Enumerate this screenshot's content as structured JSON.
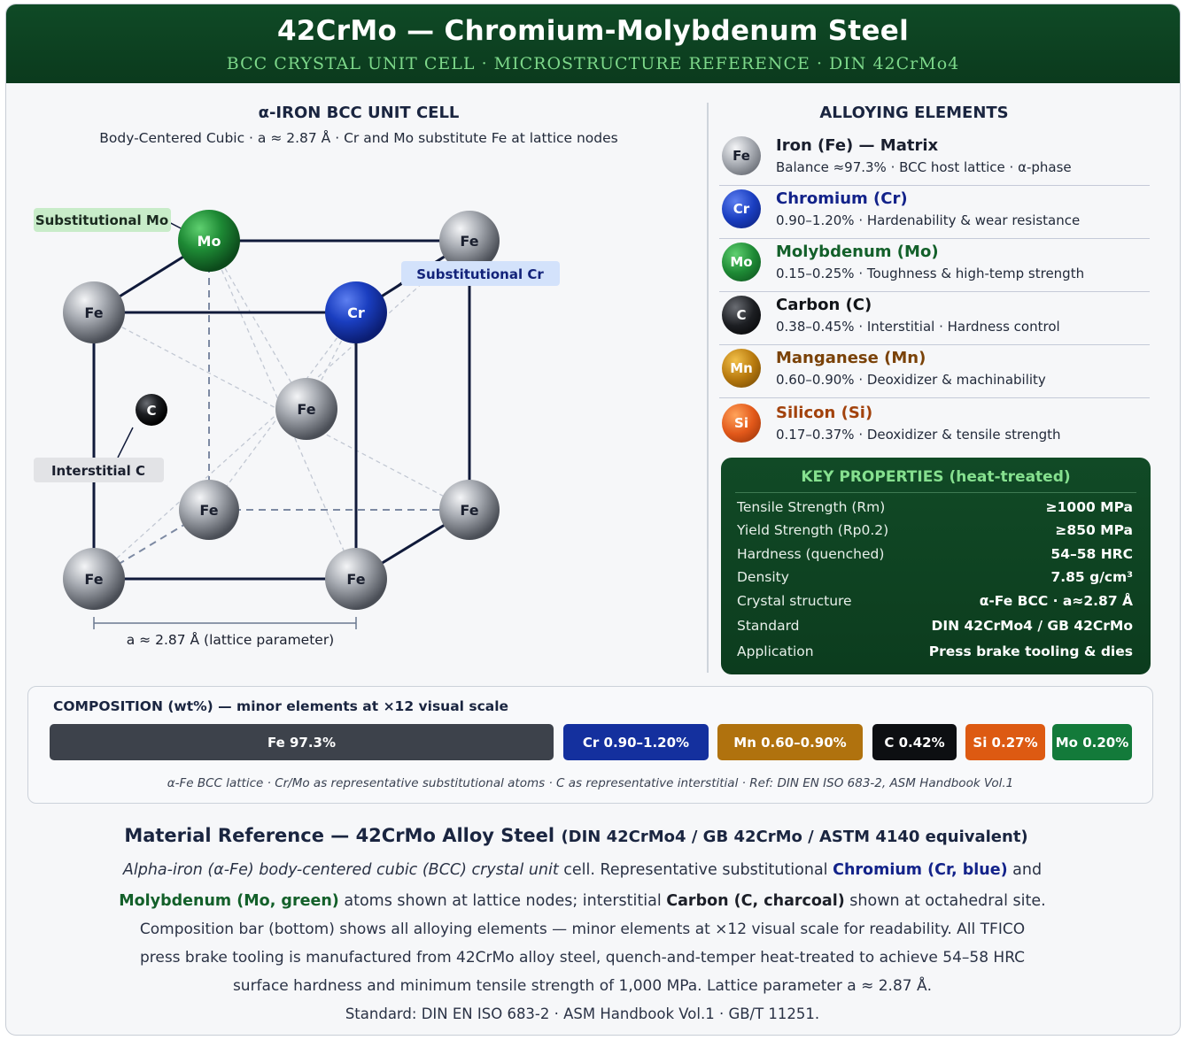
{
  "header": {
    "title": "42CrMo — Chromium-Molybdenum Steel",
    "subtitle": "BCC CRYSTAL UNIT CELL · MICROSTRUCTURE REFERENCE · DIN 42CrMo4"
  },
  "unit_cell": {
    "title": "α-IRON BCC UNIT CELL",
    "subtitle": "Body-Centered Cubic · a ≈ 2.87 Å · Cr and Mo substitute Fe at lattice nodes",
    "atoms": {
      "mo": "Mo",
      "fe_back_tr": "Fe",
      "fe_front_tl": "Fe",
      "cr": "Cr",
      "fe_center": "Fe",
      "fe_back_bl": "Fe",
      "fe_back_br": "Fe",
      "fe_front_bl": "Fe",
      "fe_front_br": "Fe",
      "c": "C"
    },
    "labels": {
      "mo": "Substitutional Mo",
      "cr": "Substitutional Cr",
      "c": "Interstitial C",
      "lattice": "a ≈ 2.87 Å (lattice parameter)"
    }
  },
  "alloying": {
    "title": "ALLOYING ELEMENTS",
    "items": [
      {
        "symbol": "Fe",
        "name": "Iron (Fe) — Matrix",
        "desc": "Balance ≈97.3% · BCC host lattice · α-phase",
        "color": "#1a1f2e"
      },
      {
        "symbol": "Cr",
        "name": "Chromium (Cr)",
        "desc": "0.90–1.20% · Hardenability & wear resistance",
        "color": "#13238a"
      },
      {
        "symbol": "Mo",
        "name": "Molybdenum (Mo)",
        "desc": "0.15–0.25% · Toughness & high-temp strength",
        "color": "#13602a"
      },
      {
        "symbol": "C",
        "name": "Carbon (C)",
        "desc": "0.38–0.45% · Interstitial · Hardness control",
        "color": "#111418"
      },
      {
        "symbol": "Mn",
        "name": "Manganese (Mn)",
        "desc": "0.60–0.90% · Deoxidizer & machinability",
        "color": "#7a4208"
      },
      {
        "symbol": "Si",
        "name": "Silicon (Si)",
        "desc": "0.17–0.37% · Deoxidizer & tensile strength",
        "color": "#a2420c"
      }
    ]
  },
  "properties": {
    "title": "KEY PROPERTIES (heat-treated)",
    "rows": [
      {
        "key": "Tensile Strength (Rm)",
        "value": "≥1000 MPa"
      },
      {
        "key": "Yield Strength (Rp0.2)",
        "value": "≥850 MPa"
      },
      {
        "key": "Hardness (quenched)",
        "value": "54–58 HRC"
      },
      {
        "key": "Density",
        "value": "7.85 g/cm³"
      },
      {
        "key": "Crystal structure",
        "value": "α-Fe BCC · a≈2.87 Å"
      },
      {
        "key": "Standard",
        "value": "DIN 42CrMo4 / GB 42CrMo"
      },
      {
        "key": "Application",
        "value": "Press brake tooling & dies"
      }
    ]
  },
  "composition": {
    "title": "COMPOSITION (wt%) — minor elements at ×12 visual scale",
    "segments": [
      {
        "label": "Fe 97.3%",
        "color": "#3d424b"
      },
      {
        "label": "Cr 0.90–1.20%",
        "color": "#14309e"
      },
      {
        "label": "Mn 0.60–0.90%",
        "color": "#b0720e"
      },
      {
        "label": "C 0.42%",
        "color": "#0d0f12"
      },
      {
        "label": "Si 0.27%",
        "color": "#dd5a12"
      },
      {
        "label": "Mo 0.20%",
        "color": "#137a3a"
      }
    ],
    "note": "α-Fe BCC lattice · Cr/Mo as representative substitutional atoms · C as representative interstitial · Ref: DIN EN ISO 683-2, ASM Handbook Vol.1"
  },
  "reference": {
    "title_main": "Material Reference — 42CrMo Alloy Steel",
    "title_std": "(DIN 42CrMo4 / GB 42CrMo / ASTM 4140 equivalent)",
    "l1_italic": "Alpha-iron (α-Fe) body-centered cubic (BCC) crystal unit",
    "l1_a": " cell. Representative substitutional ",
    "l1_cr": "Chromium (Cr, blue)",
    "l1_b": " and",
    "l2_mo": "Molybdenum (Mo, green)",
    "l2_a": " atoms shown at lattice nodes; interstitial ",
    "l2_c": "Carbon (C, charcoal)",
    "l2_b": " shown at octahedral site.",
    "l3": "Composition bar (bottom) shows all alloying elements — minor elements at ×12 visual scale for readability. All TFICO",
    "l4": "press brake tooling is manufactured from 42CrMo alloy steel, quench-and-temper heat-treated to achieve 54–58 HRC",
    "l5": "surface hardness and minimum tensile strength of 1,000 MPa. Lattice parameter a ≈ 2.87 Å.",
    "l6": "Standard: DIN EN ISO 683-2 · ASM Handbook Vol.1 · GB/T 11251."
  }
}
